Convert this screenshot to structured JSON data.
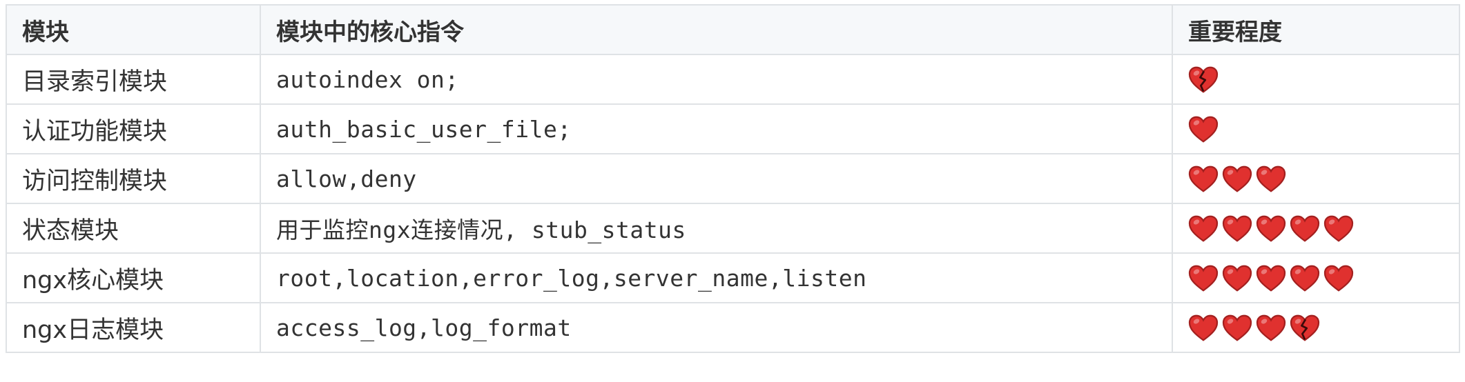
{
  "table": {
    "headers": [
      "模块",
      "模块中的核心指令",
      "重要程度"
    ],
    "rows": [
      {
        "module": "目录索引模块",
        "directive": "autoindex on;",
        "hearts": [
          "broken-heart-icon"
        ]
      },
      {
        "module": "认证功能模块",
        "directive": "auth_basic_user_file;",
        "hearts": [
          "heart-icon"
        ]
      },
      {
        "module": "访问控制模块",
        "directive": "allow,deny",
        "hearts": [
          "heart-icon",
          "heart-icon",
          "heart-icon"
        ]
      },
      {
        "module": "状态模块",
        "directive": "用于监控ngx连接情况, stub_status",
        "hearts": [
          "heart-icon",
          "heart-icon",
          "heart-icon",
          "heart-icon",
          "heart-icon"
        ]
      },
      {
        "module": "ngx核心模块",
        "directive": "root,location,error_log,server_name,listen",
        "hearts": [
          "heart-icon",
          "heart-icon",
          "heart-icon",
          "heart-icon",
          "heart-icon"
        ]
      },
      {
        "module": "ngx日志模块",
        "directive": "access_log,log_format",
        "hearts": [
          "heart-icon",
          "heart-icon",
          "heart-icon",
          "broken-heart-icon"
        ]
      }
    ]
  },
  "colors": {
    "heart": "#e0312f",
    "heart_outline": "#a3201f",
    "header_bg": "#f6f8fa",
    "border": "#dfe2e5"
  }
}
